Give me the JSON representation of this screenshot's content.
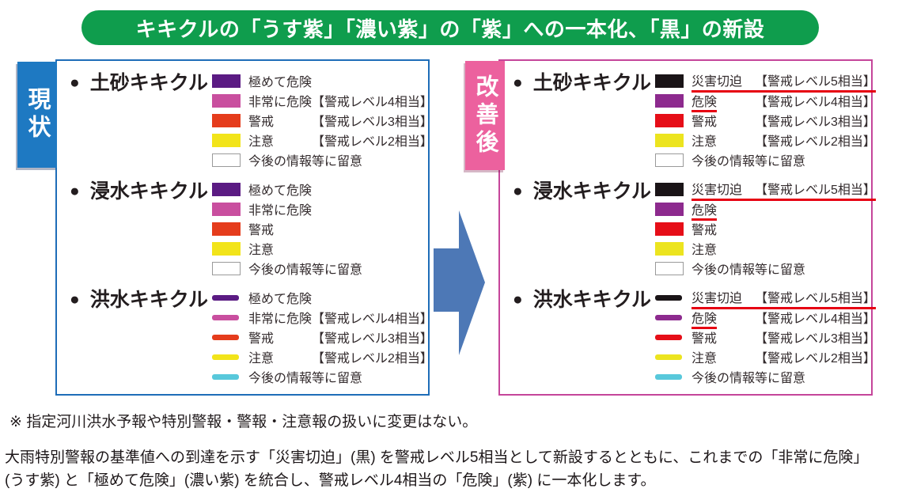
{
  "title": "キキクルの「うす紫」「濃い紫」の「紫」への一本化、「黒」の新設",
  "bullet": "●",
  "note": "※ 指定河川洪水予報や特別警報・警報・注意報の扱いに変更はない。",
  "description_lines": [
    "大雨特別警報の基準値への到達を示す「災害切迫」(黒) を警戒レベル5相当として新設するとともに、これまでの「非常に危険」",
    "(うす紫) と「極めて危険」(濃い紫) を統合し、警戒レベル4相当の「危険」(紫) に一本化します。"
  ],
  "colors": {
    "banner_green": "#0f9d4d",
    "current_tab_blue": "#1e79c2",
    "current_border_blue": "#1e6db8",
    "improved_tab_pink": "#ec619e",
    "improved_border_pink": "#c5459a",
    "arrow_blue": "#4d78b6",
    "underline_red": "#e60012"
  },
  "panels": [
    {
      "tab": "現状",
      "sections": [
        {
          "name": "土砂キキクル",
          "swatch": "box",
          "rows": [
            {
              "color": "#5b1b83",
              "label": "極めて危険",
              "level": "",
              "underline": "none"
            },
            {
              "color": "#c94f9f",
              "label": "非常に危険",
              "level": "【警戒レベル4相当】",
              "underline": "none"
            },
            {
              "color": "#e53c1c",
              "label": "警戒",
              "level": "【警戒レベル3相当】",
              "underline": "none"
            },
            {
              "color": "#f2e41a",
              "label": "注意",
              "level": "【警戒レベル2相当】",
              "underline": "none"
            },
            {
              "color": "#ffffff",
              "label": "今後の情報等に留意",
              "level": "",
              "underline": "none",
              "outlined": true
            }
          ]
        },
        {
          "name": "浸水キキクル",
          "swatch": "box",
          "rows": [
            {
              "color": "#5b1b83",
              "label": "極めて危険",
              "level": "",
              "underline": "none"
            },
            {
              "color": "#c94f9f",
              "label": "非常に危険",
              "level": "",
              "underline": "none"
            },
            {
              "color": "#e53c1c",
              "label": "警戒",
              "level": "",
              "underline": "none"
            },
            {
              "color": "#f2e41a",
              "label": "注意",
              "level": "",
              "underline": "none"
            },
            {
              "color": "#ffffff",
              "label": "今後の情報等に留意",
              "level": "",
              "underline": "none",
              "outlined": true
            }
          ]
        },
        {
          "name": "洪水キキクル",
          "swatch": "line",
          "rows": [
            {
              "color": "#5b1b83",
              "label": "極めて危険",
              "level": "",
              "underline": "none"
            },
            {
              "color": "#c94f9f",
              "label": "非常に危険",
              "level": "【警戒レベル4相当】",
              "underline": "none"
            },
            {
              "color": "#e53c1c",
              "label": "警戒",
              "level": "【警戒レベル3相当】",
              "underline": "none"
            },
            {
              "color": "#f2e41a",
              "label": "注意",
              "level": "【警戒レベル2相当】",
              "underline": "none"
            },
            {
              "color": "#58c8db",
              "label": "今後の情報等に留意",
              "level": "",
              "underline": "none"
            }
          ]
        }
      ]
    },
    {
      "tab": "改善後",
      "sections": [
        {
          "name": "土砂キキクル",
          "swatch": "box",
          "rows": [
            {
              "color": "#1a1417",
              "label": "災害切迫",
              "level": "【警戒レベル5相当】",
              "underline": "full"
            },
            {
              "color": "#8d2a8e",
              "label": "危険",
              "level": "【警戒レベル4相当】",
              "underline": "label"
            },
            {
              "color": "#e60e18",
              "label": "警戒",
              "level": "【警戒レベル3相当】",
              "underline": "none"
            },
            {
              "color": "#ece41f",
              "label": "注意",
              "level": "【警戒レベル2相当】",
              "underline": "none"
            },
            {
              "color": "#ffffff",
              "label": "今後の情報等に留意",
              "level": "",
              "underline": "none",
              "outlined": true
            }
          ]
        },
        {
          "name": "浸水キキクル",
          "swatch": "box",
          "rows": [
            {
              "color": "#1a1417",
              "label": "災害切迫",
              "level": "【警戒レベル5相当】",
              "underline": "full"
            },
            {
              "color": "#8d2a8e",
              "label": "危険",
              "level": "",
              "underline": "label"
            },
            {
              "color": "#e60e18",
              "label": "警戒",
              "level": "",
              "underline": "none"
            },
            {
              "color": "#ece41f",
              "label": "注意",
              "level": "",
              "underline": "none"
            },
            {
              "color": "#ffffff",
              "label": "今後の情報等に留意",
              "level": "",
              "underline": "none",
              "outlined": true
            }
          ]
        },
        {
          "name": "洪水キキクル",
          "swatch": "line",
          "rows": [
            {
              "color": "#1a1417",
              "label": "災害切迫",
              "level": "【警戒レベル5相当】",
              "underline": "full"
            },
            {
              "color": "#8d2a8e",
              "label": "危険",
              "level": "【警戒レベル4相当】",
              "underline": "label"
            },
            {
              "color": "#e60e18",
              "label": "警戒",
              "level": "【警戒レベル3相当】",
              "underline": "none"
            },
            {
              "color": "#ece41f",
              "label": "注意",
              "level": "【警戒レベル2相当】",
              "underline": "none"
            },
            {
              "color": "#58c8db",
              "label": "今後の情報等に留意",
              "level": "",
              "underline": "none"
            }
          ]
        }
      ]
    }
  ]
}
